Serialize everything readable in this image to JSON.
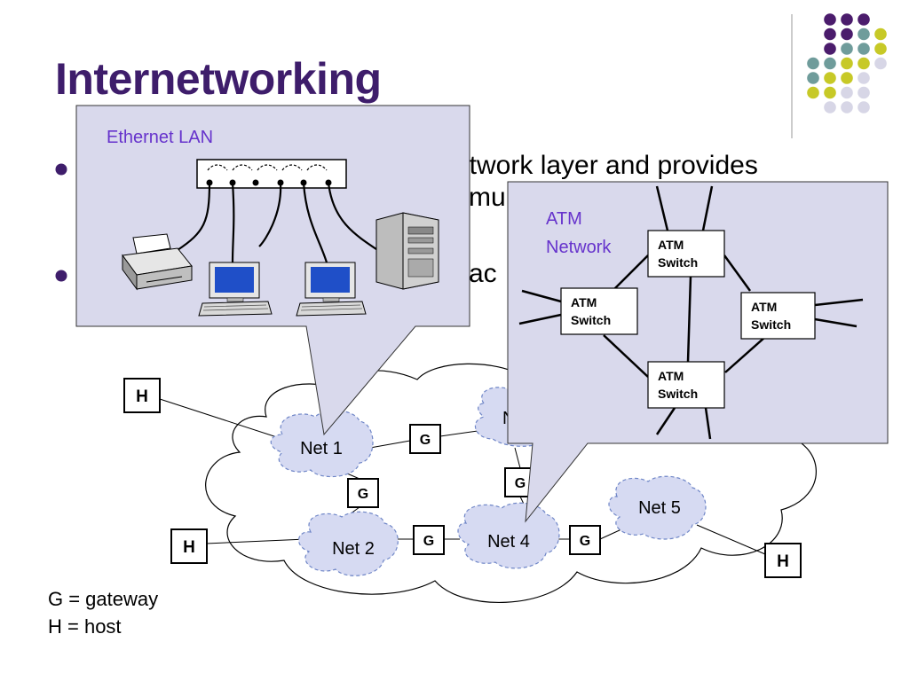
{
  "slide": {
    "title": "Internetworking",
    "bullets": [
      {
        "visible_text": "etwork layer and provides"
      },
      {
        "visible_text": "mul"
      },
      {
        "visible_text": "ac"
      }
    ]
  },
  "ethernet_callout": {
    "label": "Ethernet LAN"
  },
  "atm_callout": {
    "label_line1": "ATM",
    "label_line2": "Network",
    "switches": [
      {
        "line1": "ATM",
        "line2": "Switch"
      },
      {
        "line1": "ATM",
        "line2": "Switch"
      },
      {
        "line1": "ATM",
        "line2": "Switch"
      },
      {
        "line1": "ATM",
        "line2": "Switch"
      }
    ]
  },
  "internet": {
    "networks": [
      "Net 1",
      "Net 2",
      "Net 4",
      "Net 5",
      "N"
    ],
    "gateway_label": "G",
    "host_label": "H"
  },
  "legend": {
    "gateway": "G = gateway",
    "host": "H = host"
  },
  "colors": {
    "title": "#3e1d6b",
    "callout_fill": "#d9d9ec",
    "callout_label": "#6633cc",
    "net_fill": "#d6daf2",
    "net_stroke": "#6f86c7",
    "deco_purple": "#4b1c6c",
    "deco_teal": "#6f9c9b",
    "deco_yellow": "#c7c927",
    "deco_lavender": "#d7d6e6"
  }
}
